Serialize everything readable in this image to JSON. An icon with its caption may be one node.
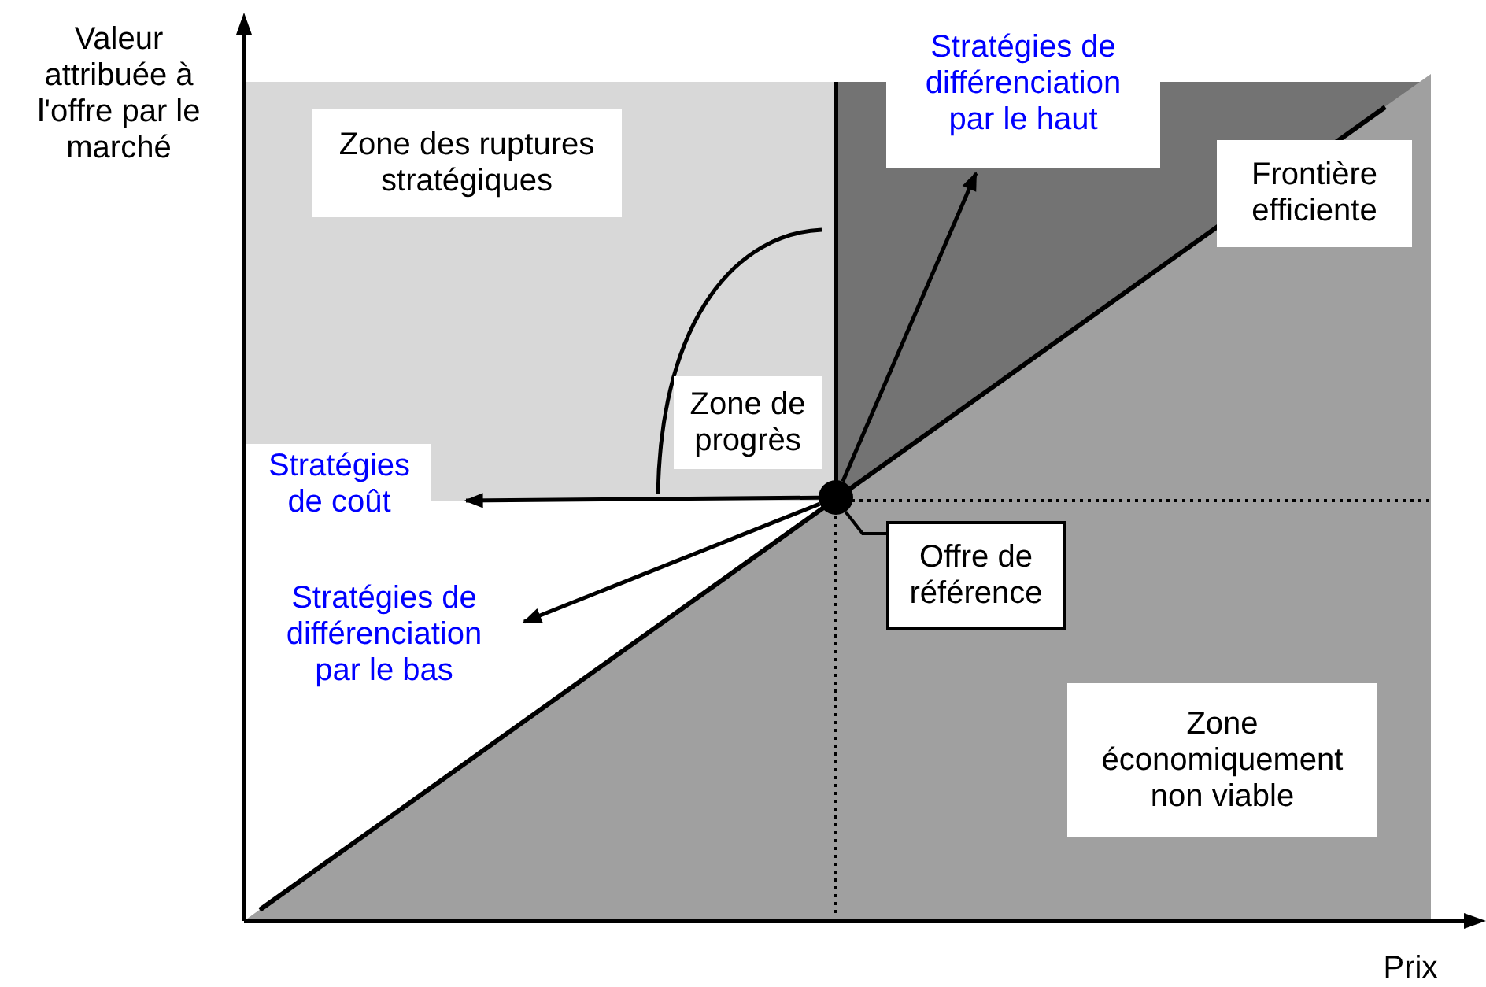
{
  "diagram": {
    "nodes": [
      {
        "text": [
          "Stratégies de différenciation par le haut"
        ]
      },
      {
        "text": [
          "Zone des ruptures stratégiques"
        ]
      },
      {
        "text": [
          "Frontière efficiente"
        ]
      },
      {
        "text": [
          "Zone de progrès"
        ]
      },
      {
        "text": [
          "Stratégies de coût"
        ]
      },
      {
        "text": [],
        "shape": "circle"
      },
      {
        "text": [
          "Offre de référence"
        ]
      },
      {
        "text": [
          "Stratégies de différenciation par le bas"
        ]
      },
      {
        "text": [
          "Zone économiquement non viable"
        ]
      }
    ],
    "edges": [
      {
        "from": 5,
        "to": 0,
        "arrow": "to"
      },
      {
        "from": 5,
        "to": 4,
        "arrow": "to"
      },
      {
        "from": 5,
        "to": 7,
        "arrow": "to"
      },
      {
        "from": 6,
        "to": 5,
        "arrow": "none"
      }
    ],
    "labels": [
      "Valeur attribuée à l'offre par le marché",
      "Prix"
    ]
  }
}
